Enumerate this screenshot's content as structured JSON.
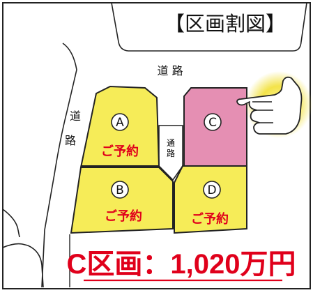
{
  "title": "【区画割図】",
  "road_top": "道 路",
  "road_left_1": "道",
  "road_left_2": "路",
  "passage_1": "通",
  "passage_2": "路",
  "plots": [
    {
      "letter": "A",
      "status": "ご予約",
      "color": "#f6ec58"
    },
    {
      "letter": "B",
      "status": "ご予約",
      "color": "#f6ec58"
    },
    {
      "letter": "C",
      "status": "",
      "color": "#e58fb3"
    },
    {
      "letter": "D",
      "status": "ご予約",
      "color": "#f6ec58"
    }
  ],
  "price_label": "C区画：1,020万円",
  "colors": {
    "accent": "#e0001b",
    "sold": "#f6ec58",
    "available": "#e58fb3"
  },
  "icons": [
    "pointing-hand-icon"
  ]
}
